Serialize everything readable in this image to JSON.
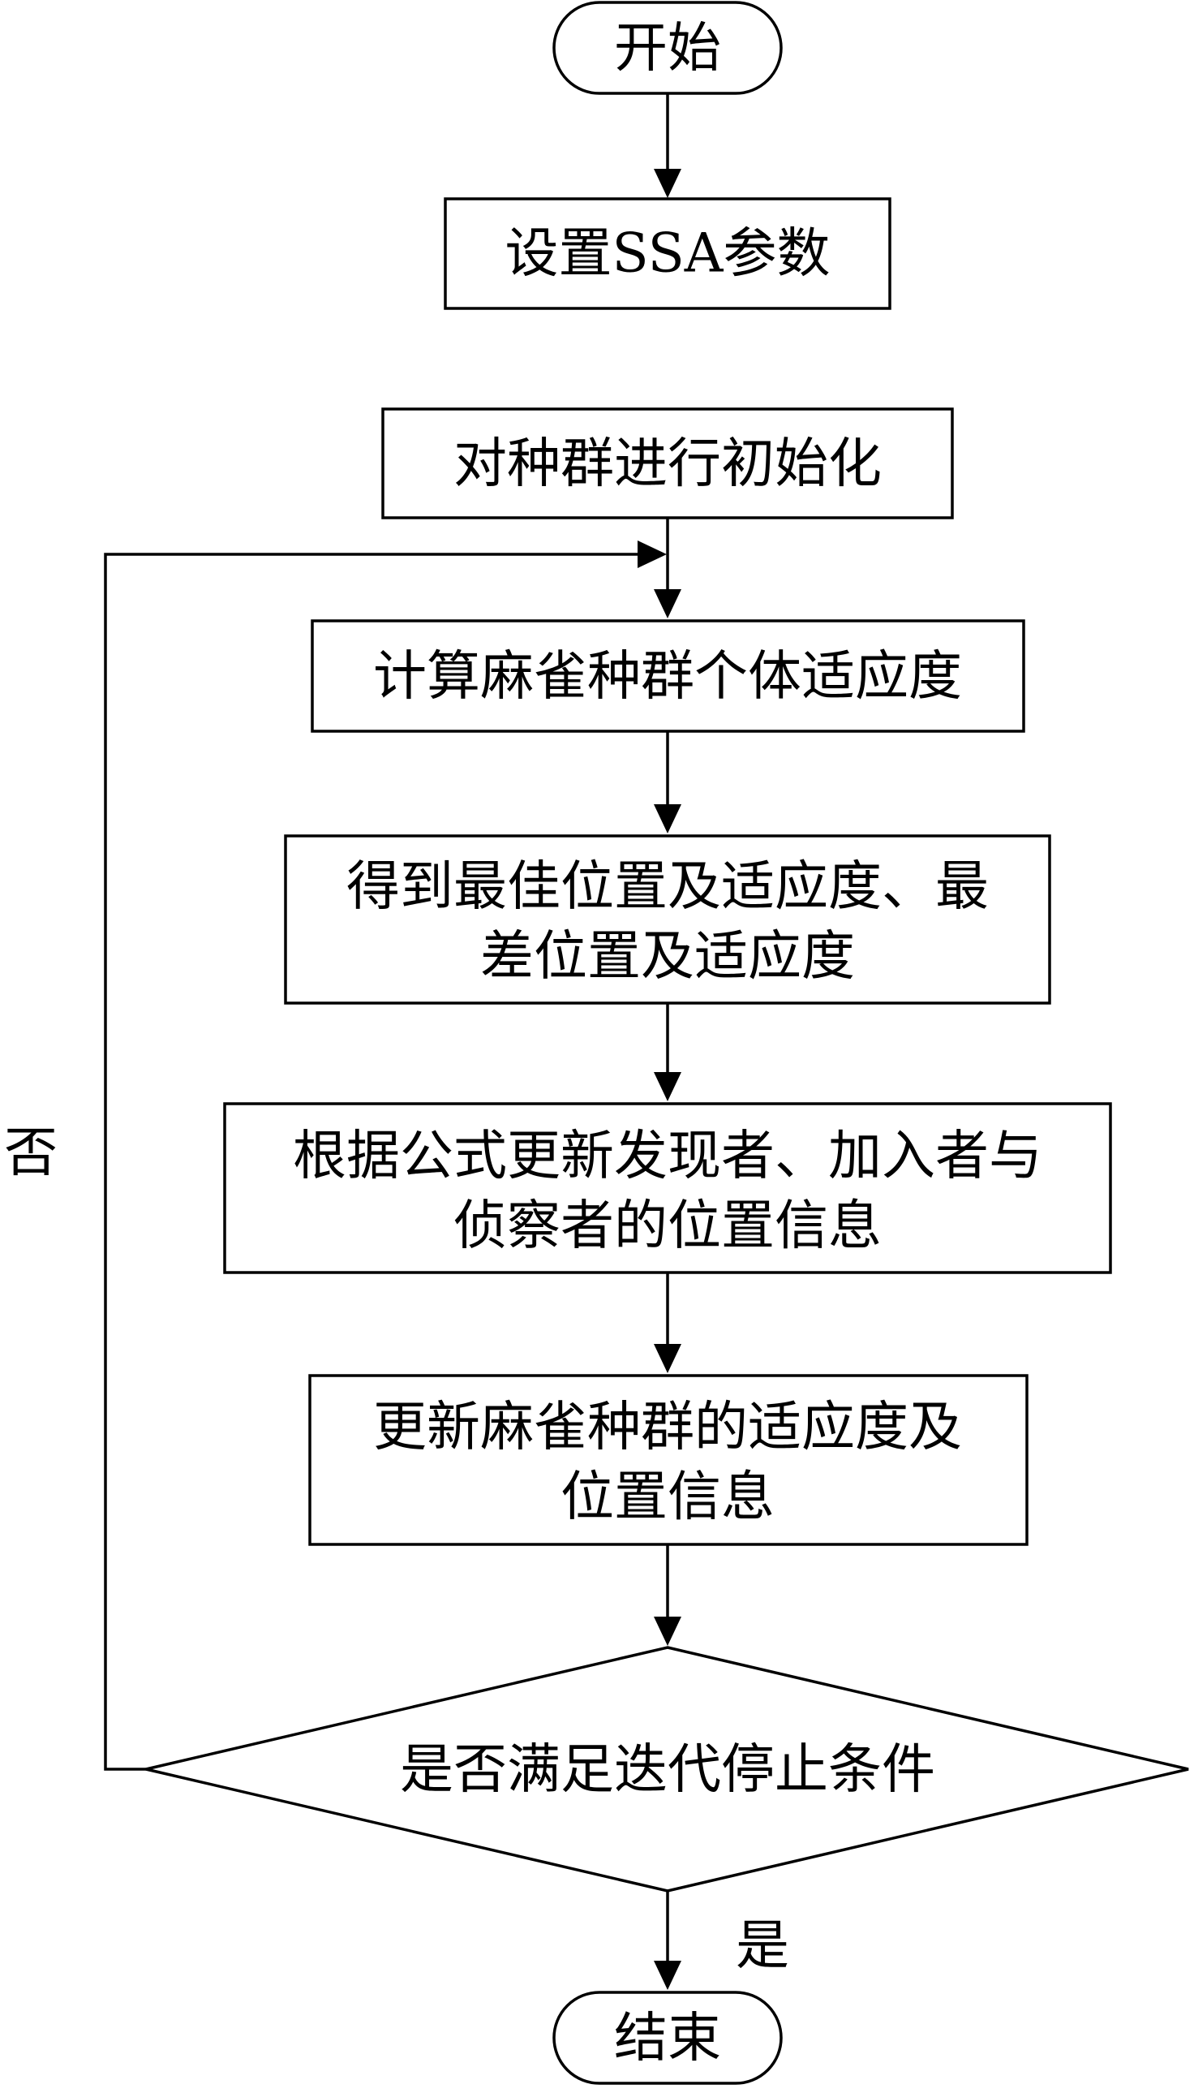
{
  "flowchart": {
    "start": "开始",
    "set_params": "设置SSA参数",
    "init_population": "对种群进行初始化",
    "compute_fitness": "计算麻雀种群个体适应度",
    "best_worst": [
      "得到最佳位置及适应度、最",
      "差位置及适应度"
    ],
    "update_positions": [
      "根据公式更新发现者、加入者与",
      "侦察者的位置信息"
    ],
    "update_fitness": [
      "更新麻雀种群的适应度及",
      "位置信息"
    ],
    "decision": "是否满足迭代停止条件",
    "no_label": "否",
    "yes_label": "是",
    "end": "结束"
  }
}
